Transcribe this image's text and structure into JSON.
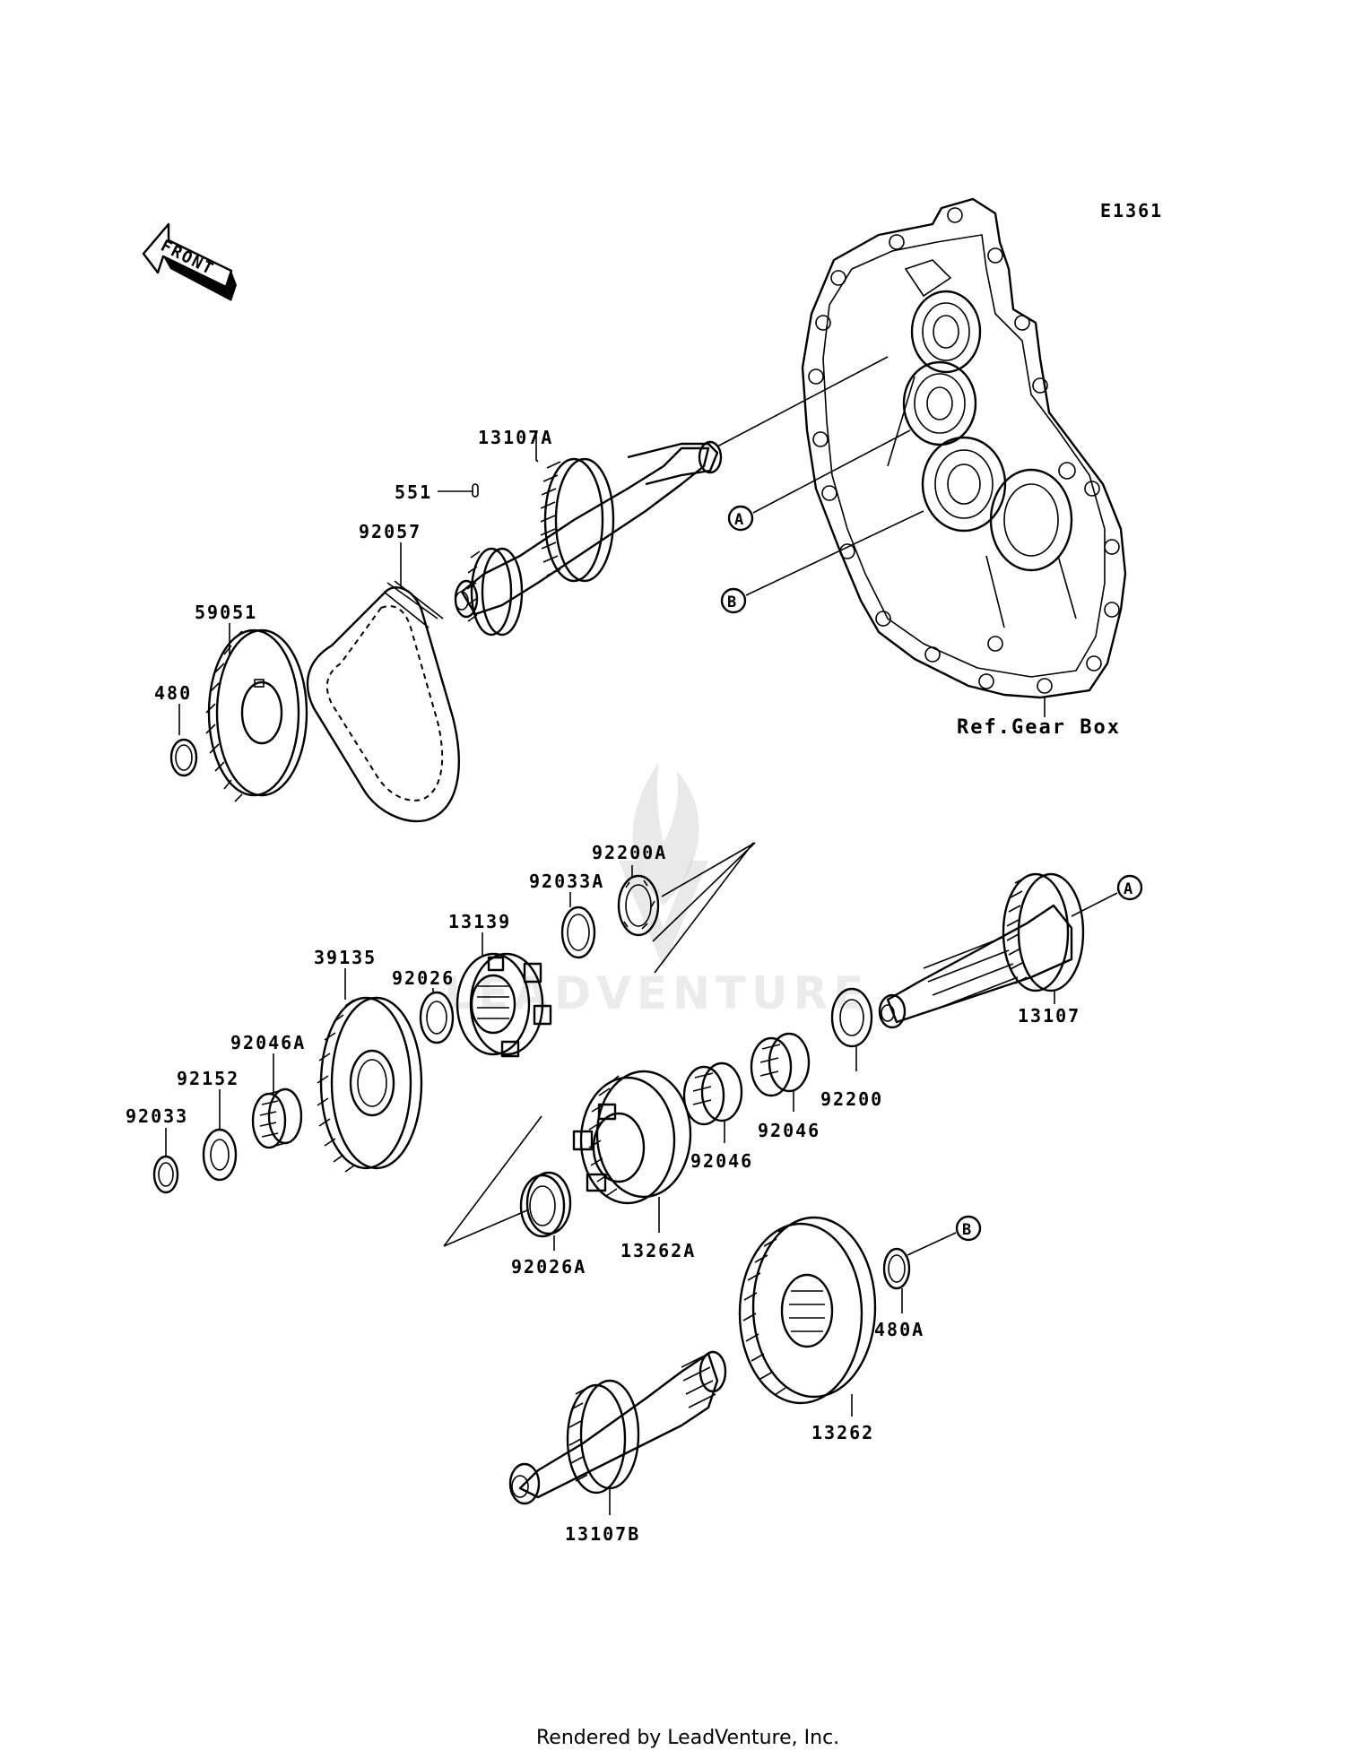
{
  "diagram_code": "E1361",
  "front_label": "FRONT",
  "reference_label": "Ref.Gear Box",
  "watermark": "LEADVENTURE",
  "footer": "Rendered by LeadVenture, Inc.",
  "callouts": {
    "a": "A",
    "b": "B"
  },
  "parts": {
    "p13107A": "13107A",
    "p551": "551",
    "p92057": "92057",
    "p59051": "59051",
    "p480": "480",
    "p92200A": "92200A",
    "p92033A": "92033A",
    "p13139": "13139",
    "p39135": "39135",
    "p92026": "92026",
    "p92046A": "92046A",
    "p92152": "92152",
    "p92033": "92033",
    "p13107": "13107",
    "p92200": "92200",
    "p92046_1": "92046",
    "p92046_2": "92046",
    "p13262A": "13262A",
    "p92026A": "92026A",
    "p480A": "480A",
    "p13262": "13262",
    "p13107B": "13107B"
  }
}
